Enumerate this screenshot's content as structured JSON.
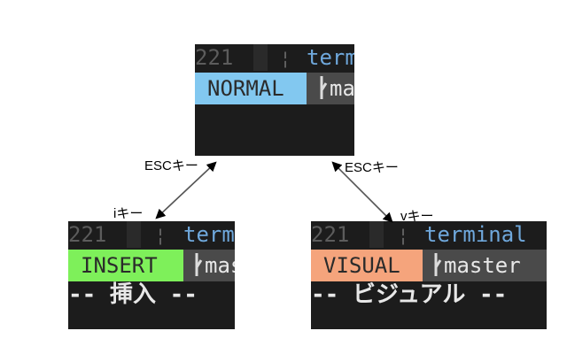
{
  "normal": {
    "line_number": "221",
    "separator": "¦",
    "tab": "terminal",
    "mode": "NORMAL",
    "mode_color": "#82c8f0",
    "branch": "master"
  },
  "insert": {
    "line_number": "221",
    "separator": "¦",
    "tab": "terminal",
    "mode": "INSERT",
    "mode_color": "#7ef05a",
    "branch": "master",
    "cmdline": "-- 挿入 --"
  },
  "visual": {
    "line_number": "221",
    "separator": "¦",
    "tab": "terminal",
    "mode": "VISUAL",
    "mode_color": "#f5a47c",
    "branch": "master",
    "cmdline": "-- ビジュアル --"
  },
  "arrows": {
    "left_top_label": "ESCキー",
    "left_bottom_label": "iキー",
    "right_top_label": "ESCキー",
    "right_bottom_label": "vキー"
  },
  "icons": {
    "branch": "git-branch-icon"
  }
}
